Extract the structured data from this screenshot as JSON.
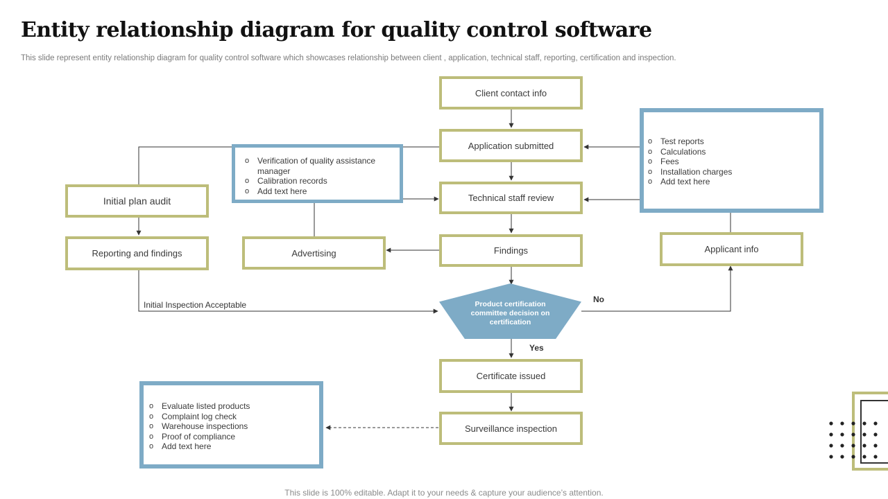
{
  "header": {
    "title": "Entity relationship diagram for quality control software",
    "subtitle": "This slide represent entity relationship diagram for quality control software which showcases relationship between client , application, technical staff, reporting, certification and inspection."
  },
  "nodes": {
    "client_contact": "Client contact info",
    "application_submitted": "Application submitted",
    "technical_review": "Technical staff review",
    "findings": "Findings",
    "decision": "Product certification committee decision on certification",
    "certificate_issued": "Certificate issued",
    "surveillance": "Surveillance inspection",
    "initial_plan_audit": "Initial plan audit",
    "reporting_findings": "Reporting and findings",
    "advertising": "Advertising",
    "applicant_info": "Applicant info"
  },
  "lists": {
    "verification": [
      "Verification of quality assistance manager",
      "Calibration records",
      "Add text here"
    ],
    "reports": [
      "Test reports",
      "Calculations",
      "Fees",
      "Installation charges",
      "Add text here"
    ],
    "evaluate": [
      "Evaluate listed products",
      "Complaint log check",
      "Warehouse inspections",
      "Proof of compliance",
      "Add text here"
    ]
  },
  "edge_labels": {
    "initial_acceptable": "Initial Inspection Acceptable",
    "no": "No",
    "yes": "Yes"
  },
  "footer": "This slide is 100% editable. Adapt it to your needs & capture your audience’s attention.",
  "colors": {
    "olive_border": "#bdbd7a",
    "blue_border": "#7eabc6",
    "decision_fill": "#7eabc6",
    "connector": "#333333"
  }
}
